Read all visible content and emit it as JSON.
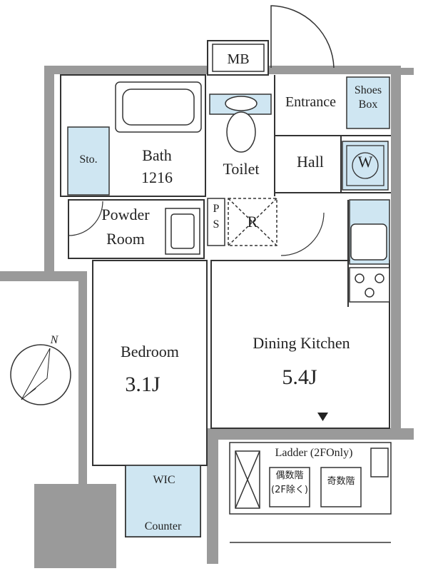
{
  "rooms": {
    "mb": "MB",
    "entrance": "Entrance",
    "shoes_box": [
      "Shoes",
      "Box"
    ],
    "sto": "Sto.",
    "bath": "Bath",
    "bath_size": "1216",
    "toilet": "Toilet",
    "hall": "Hall",
    "w": "W",
    "powder_room": [
      "Powder",
      "Room"
    ],
    "ps": [
      "P",
      "S"
    ],
    "r": "R",
    "bedroom": "Bedroom",
    "bedroom_size": "3.1J",
    "dining_kitchen": "Dining Kitchen",
    "dining_kitchen_size": "5.4J",
    "wic": "WIC",
    "counter": "Counter"
  },
  "balcony": {
    "ladder_label": "Ladder (2FOnly)",
    "even_floor": "偶数階",
    "even_floor_note": "(2F除く)",
    "odd_floor": "奇数階"
  },
  "compass": {
    "north": "N"
  },
  "colors": {
    "wall": "#9a9a9a",
    "fixture": "#cfe6f2",
    "line": "#333333"
  }
}
